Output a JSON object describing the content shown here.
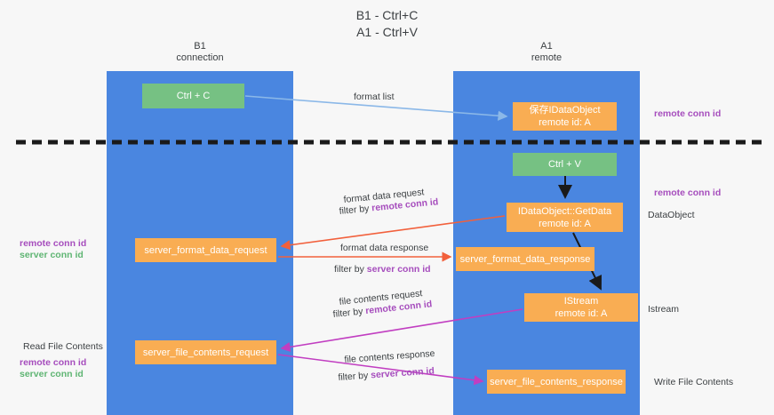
{
  "title": {
    "line1": "B1 - Ctrl+C",
    "line2": "A1 - Ctrl+V"
  },
  "lanes": [
    {
      "name": "B1",
      "sub": "connection",
      "color": "#4a86e0"
    },
    {
      "name": "A1",
      "sub": "remote",
      "color": "#4a86e0"
    }
  ],
  "colors": {
    "lane": "#4a86e0",
    "green_node": "#76c183",
    "orange_node": "#f9ad53",
    "purple_text": "#a64dbd",
    "green_text": "#5fb573",
    "red_arrow": "#f2603c",
    "magenta_arrow": "#c13ec1",
    "blue_arrow": "#8bb8e8",
    "black_arrow": "#1a1a1a",
    "divider": "#1a1a1a",
    "background": "#f7f7f7"
  },
  "nodes": {
    "ctrl_c": {
      "label": "Ctrl + C"
    },
    "save_idataobject": {
      "line1": "保存IDataObject",
      "line2": "remote id: A"
    },
    "ctrl_v": {
      "label": "Ctrl + V"
    },
    "getdata": {
      "line1": "IDataObject::GetData",
      "line2": "remote id: A"
    },
    "server_format_data_request": {
      "label": "server_format_data_request"
    },
    "server_format_data_response": {
      "label": "server_format_data_response"
    },
    "istream": {
      "line1": "IStream",
      "line2": "remote id: A"
    },
    "server_file_contents_request": {
      "label": "server_file_contents_request"
    },
    "server_file_contents_response": {
      "label": "server_file_contents_response"
    }
  },
  "captions": {
    "format_list": "format list",
    "format_data_request": "format data request",
    "format_data_request_filter_pre": "filter by ",
    "format_data_request_filter_key": "remote conn id",
    "format_data_response": "format data response",
    "format_data_response_filter_pre": "filter by ",
    "format_data_response_filter_key": "server conn id",
    "file_contents_request": "file contents request",
    "file_contents_request_filter_pre": "filter by ",
    "file_contents_request_filter_key": "remote conn id",
    "file_contents_response": "file contents response",
    "file_contents_response_filter_pre": "filter by ",
    "file_contents_response_filter_key": "server conn id"
  },
  "side_labels": {
    "right_remote_conn_id_top": "remote conn id",
    "right_remote_conn_id_mid": "remote conn id",
    "right_dataobject": "DataObject",
    "right_istream": "Istream",
    "right_write_file_contents": "Write File Contents",
    "left_read_file_contents": "Read File Contents",
    "left_remote_conn_id_mid": "remote conn id",
    "left_server_conn_id_mid": "server conn id",
    "left_remote_conn_id_bot": "remote conn id",
    "left_server_conn_id_bot": "server conn id"
  }
}
